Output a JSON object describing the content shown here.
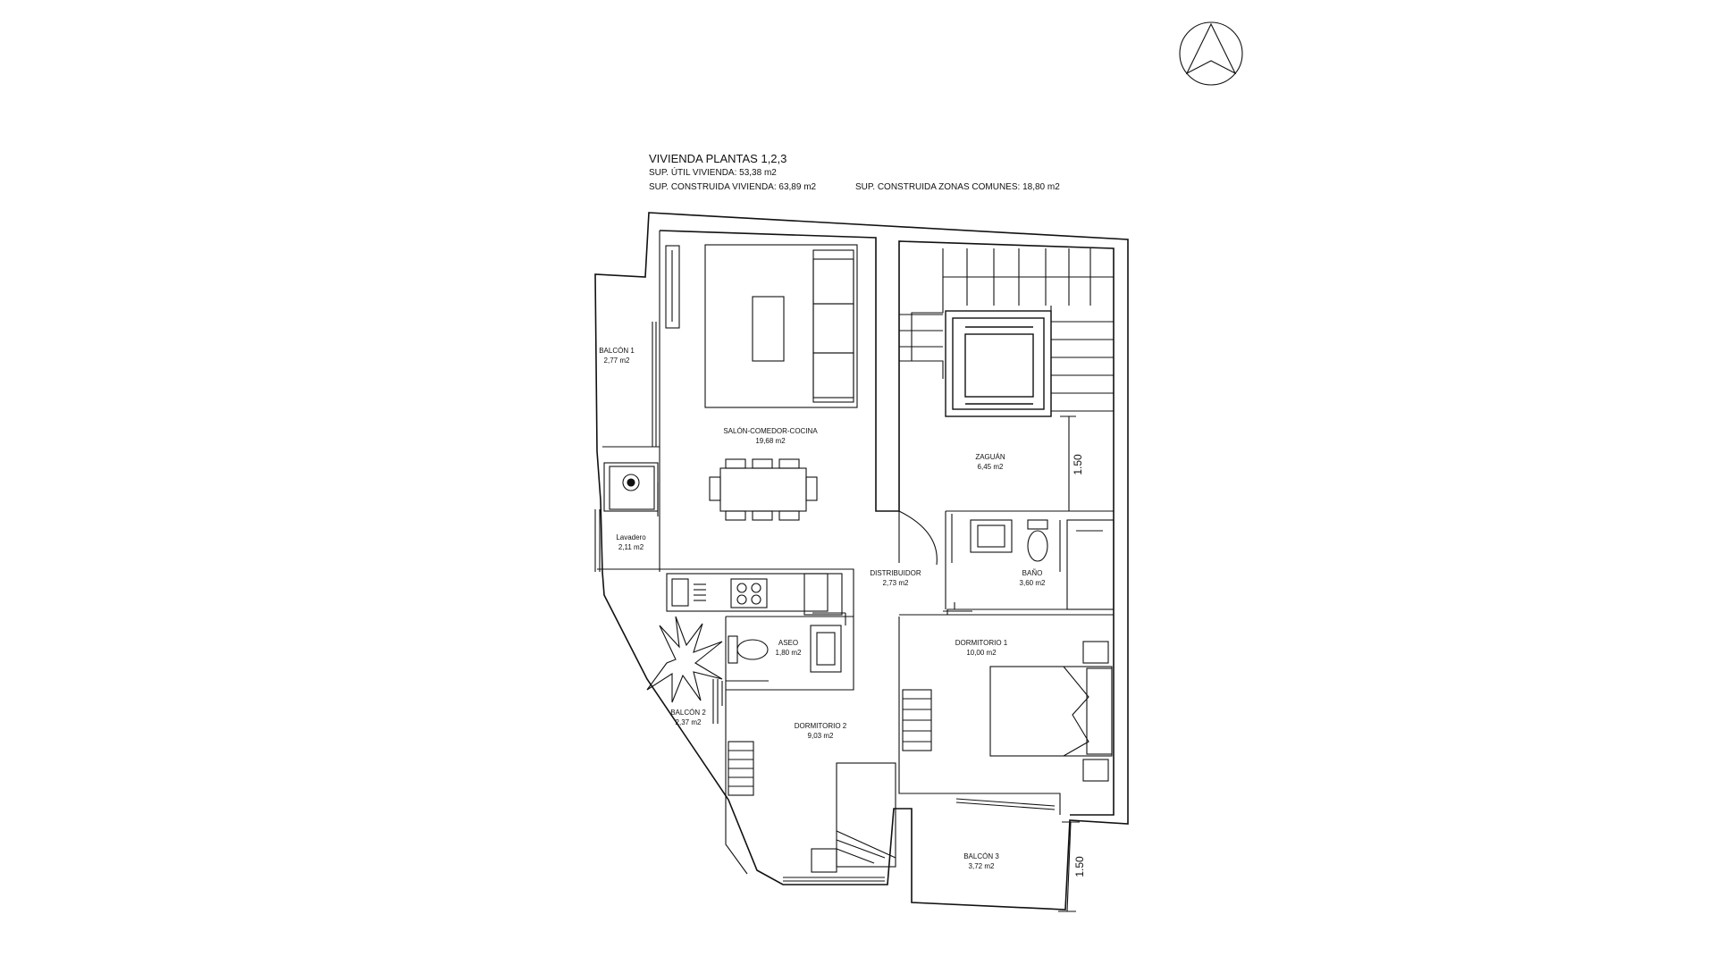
{
  "header": {
    "title": "VIVIENDA PLANTAS 1,2,3",
    "sup_util": "SUP. ÚTIL VIVIENDA: 53,38 m2",
    "sup_construida": "SUP. CONSTRUIDA VIVIENDA: 63,89 m2",
    "sup_comunes": "SUP. CONSTRUIDA ZONAS COMUNES: 18,80 m2"
  },
  "rooms": {
    "balcon1": {
      "name": "BALCÓN 1",
      "area": "2,77 m2"
    },
    "salon": {
      "name": "SALÓN-COMEDOR-COCINA",
      "area": "19,68 m2"
    },
    "zaguan": {
      "name": "ZAGUÁN",
      "area": "6,45 m2"
    },
    "lavadero": {
      "name": "Lavadero",
      "area": "2,11 m2"
    },
    "distribuidor": {
      "name": "DISTRIBUIDOR",
      "area": "2,73 m2"
    },
    "bano": {
      "name": "BAÑO",
      "area": "3,60 m2"
    },
    "aseo": {
      "name": "ASEO",
      "area": "1,80 m2"
    },
    "dormitorio1": {
      "name": "DORMITORIO 1",
      "area": "10,00 m2"
    },
    "balcon2": {
      "name": "BALCÓN 2",
      "area": "2,37 m2"
    },
    "dormitorio2": {
      "name": "DORMITORIO 2",
      "area": "9,03 m2"
    },
    "balcon3": {
      "name": "BALCÓN 3",
      "area": "3,72 m2"
    }
  },
  "dimensions": {
    "zaguan_width": "1.50",
    "balcon3_depth": "1.50"
  },
  "icons": [
    "north-arrow-icon",
    "cooktop-icon",
    "sink-icon",
    "toilet-icon",
    "washing-machine-icon",
    "bed-icon",
    "sofa-icon",
    "plant-icon",
    "elevator-icon"
  ]
}
